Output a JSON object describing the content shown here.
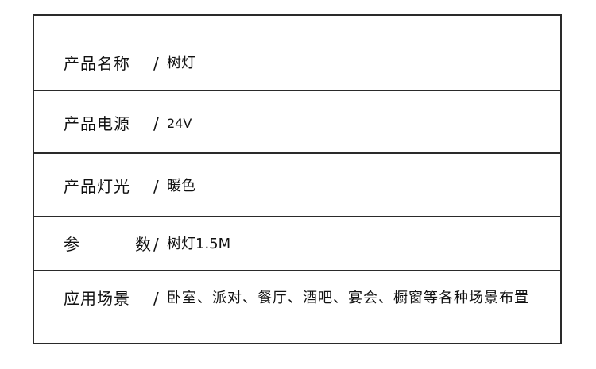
{
  "specs": {
    "separator": "/",
    "rows": [
      {
        "label": "产品名称",
        "value": "树灯"
      },
      {
        "label": "产品电源",
        "value": "24V"
      },
      {
        "label": "产品灯光",
        "value": "暖色"
      },
      {
        "label_chars": [
          "参",
          "数"
        ],
        "value": "树灯1.5M"
      },
      {
        "label": "应用场景",
        "value": "卧室、派对、餐厅、酒吧、宴会、橱窗等各种场景布置"
      }
    ]
  },
  "colors": {
    "border": "#2a2a2a",
    "text": "#111111"
  }
}
